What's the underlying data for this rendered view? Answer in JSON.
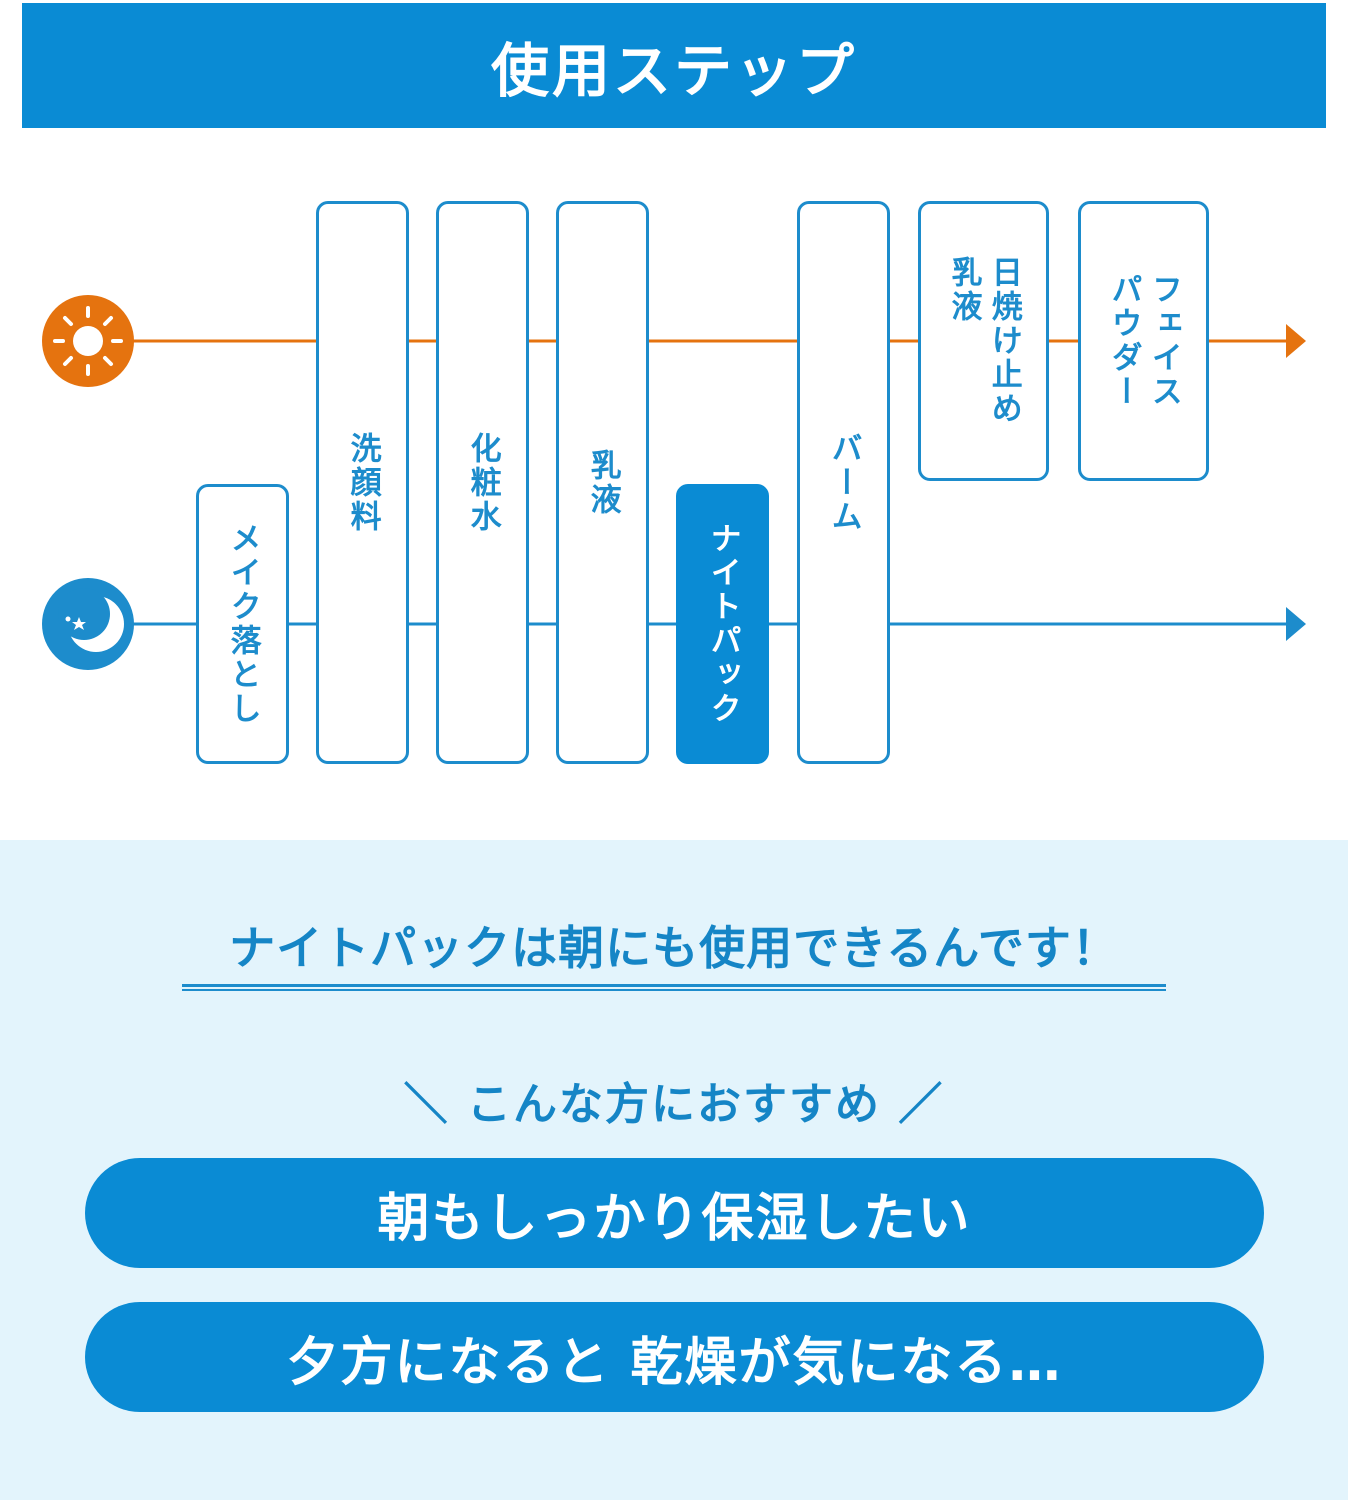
{
  "header": {
    "title": "使用ステップ"
  },
  "flow": {
    "morning_icon": "sun-icon",
    "night_icon": "moon-icon",
    "colors": {
      "morning": "#e5730f",
      "night": "#1d8ccc",
      "box_border": "#1d8ccc",
      "highlight": "#0a8bd4"
    },
    "steps": [
      {
        "label": "メイク落とし",
        "morning": false,
        "night": true
      },
      {
        "label": "洗顔料",
        "morning": true,
        "night": true
      },
      {
        "label": "化粧水",
        "morning": true,
        "night": true
      },
      {
        "label": "乳液",
        "morning": true,
        "night": true
      },
      {
        "label": "ナイトパック",
        "morning": false,
        "night": true,
        "highlight": true
      },
      {
        "label": "バーム",
        "morning": true,
        "night": true
      },
      {
        "label": "日焼け止め\n乳液",
        "morning": true,
        "night": false
      },
      {
        "label": "フェイス\nパウダー",
        "morning": true,
        "night": false
      }
    ]
  },
  "promo": {
    "headline": "ナイトパックは朝にも使用できるんです！",
    "subhead": "＼ こんな方におすすめ ／",
    "items": [
      "朝もしっかり保湿したい",
      "夕方になると 乾燥が気になる…"
    ]
  }
}
